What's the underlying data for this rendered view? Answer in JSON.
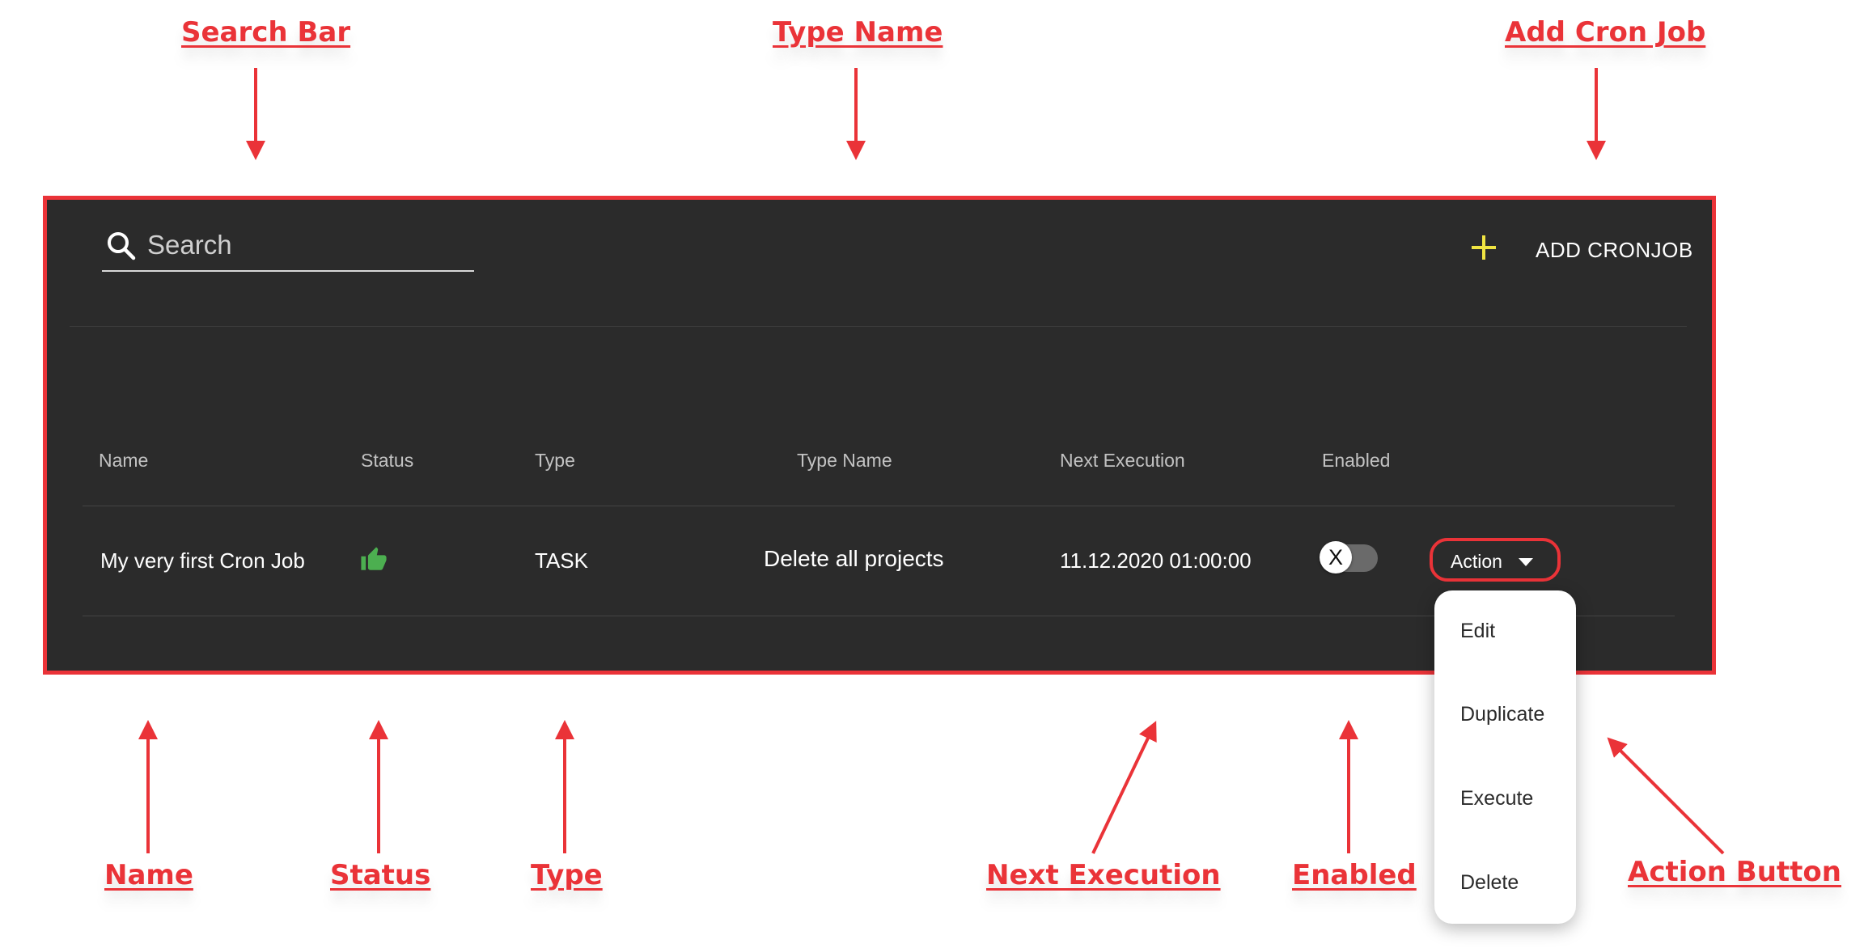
{
  "callouts": {
    "search_bar": "Search Bar",
    "type_name": "Type Name",
    "add_cron_job": "Add Cron Job",
    "name": "Name",
    "status": "Status",
    "type": "Type",
    "next_execution": "Next Execution",
    "enabled": "Enabled",
    "action_button": "Action Button"
  },
  "search": {
    "placeholder": "Search",
    "value": ""
  },
  "toolbar": {
    "add_label": "ADD CRONJOB",
    "add_icon": "plus-icon"
  },
  "table": {
    "headers": [
      "Name",
      "Status",
      "Type",
      "Type Name",
      "Next Execution",
      "Enabled"
    ],
    "rows": [
      {
        "name": "My very first Cron Job",
        "status_icon": "thumbs-up-icon",
        "type": "TASK",
        "type_name": "Delete all projects",
        "next_execution": "11.12.2020 01:00:00",
        "enabled_knob": "X",
        "enabled": false,
        "action_label": "Action"
      }
    ]
  },
  "action_menu": {
    "items": [
      "Edit",
      "Duplicate",
      "Execute",
      "Delete"
    ]
  },
  "colors": {
    "annotation": "#ea3338",
    "panel_bg": "#2b2b2b",
    "plus_icon": "#f0e442",
    "status_ok": "#4caf50",
    "toggle_track": "#6a6a6a"
  }
}
